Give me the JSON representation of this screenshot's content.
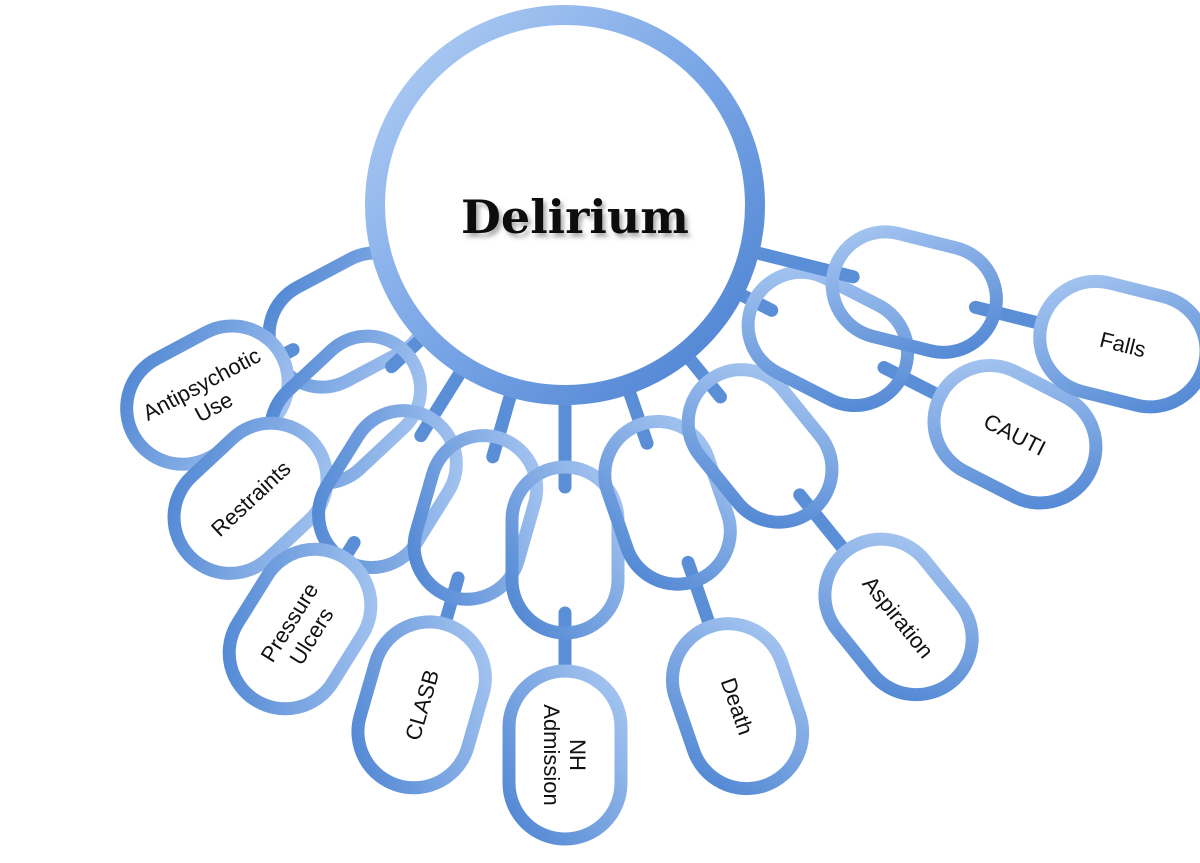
{
  "diagram": {
    "center": {
      "label": "Delirium"
    },
    "outcomes": [
      {
        "label": "Antipsychotic Use",
        "lines": [
          "Antipsychotic",
          "Use"
        ]
      },
      {
        "label": "Restraints",
        "lines": [
          "Restraints"
        ]
      },
      {
        "label": "Pressure Ulcers",
        "lines": [
          "Pressure",
          "Ulcers"
        ]
      },
      {
        "label": "CLASB",
        "lines": [
          "CLASB"
        ]
      },
      {
        "label": "NH Admission",
        "lines": [
          "NH",
          "Admission"
        ]
      },
      {
        "label": "Death",
        "lines": [
          "Death"
        ]
      },
      {
        "label": "Aspiration",
        "lines": [
          "Aspiration"
        ]
      },
      {
        "label": "CAUTI",
        "lines": [
          "CAUTI"
        ]
      },
      {
        "label": "Falls",
        "lines": [
          "Falls"
        ]
      }
    ]
  },
  "colors": {
    "ring_light": "#9cc0f0",
    "ring_dark": "#4f86d4",
    "bar": "#5a8fd8",
    "link_light": "#a9c8f2",
    "link_dark": "#4d84d2",
    "text": "#111111"
  }
}
